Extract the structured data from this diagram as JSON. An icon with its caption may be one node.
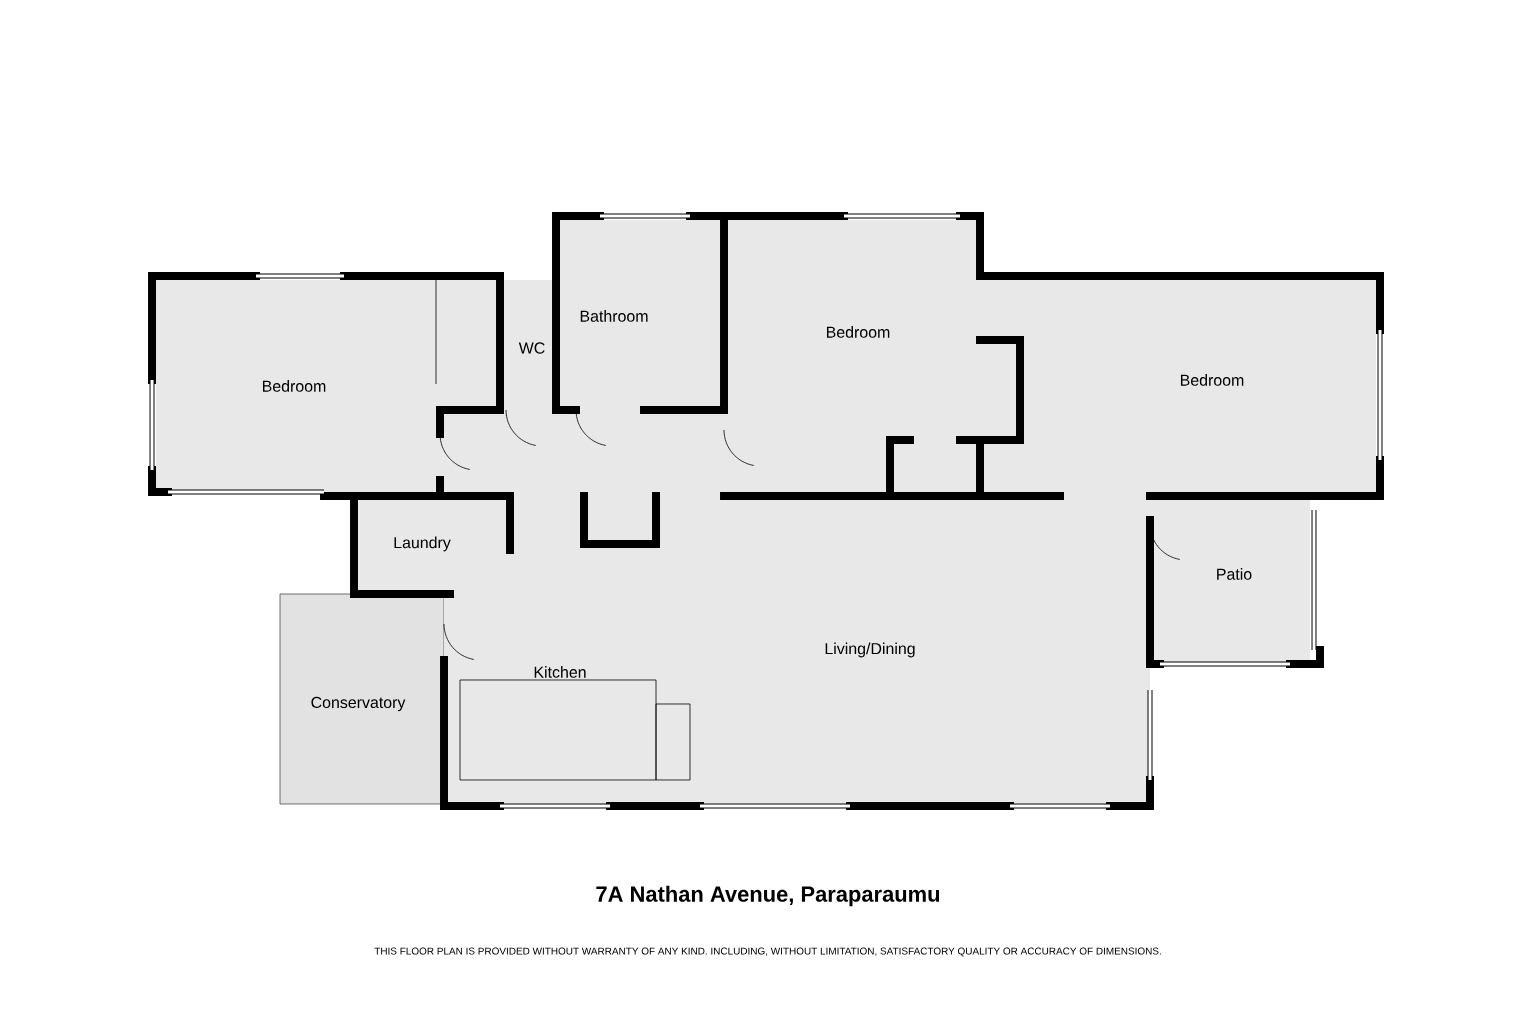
{
  "diagram": {
    "title": "7A Nathan Avenue, Paraparaumu",
    "caption": "THIS FLOOR PLAN IS PROVIDED WITHOUT WARRANTY OF ANY KIND. INCLUDING, WITHOUT LIMITATION,  SATISFACTORY QUALITY OR ACCURACY OF DIMENSIONS.",
    "labels": [
      "Bathroom",
      "Bedroom",
      "WC",
      "Bedroom",
      "Bedroom",
      "Laundry",
      "Patio",
      "Living/Dining",
      "Kitchen",
      "Conservatory"
    ]
  }
}
